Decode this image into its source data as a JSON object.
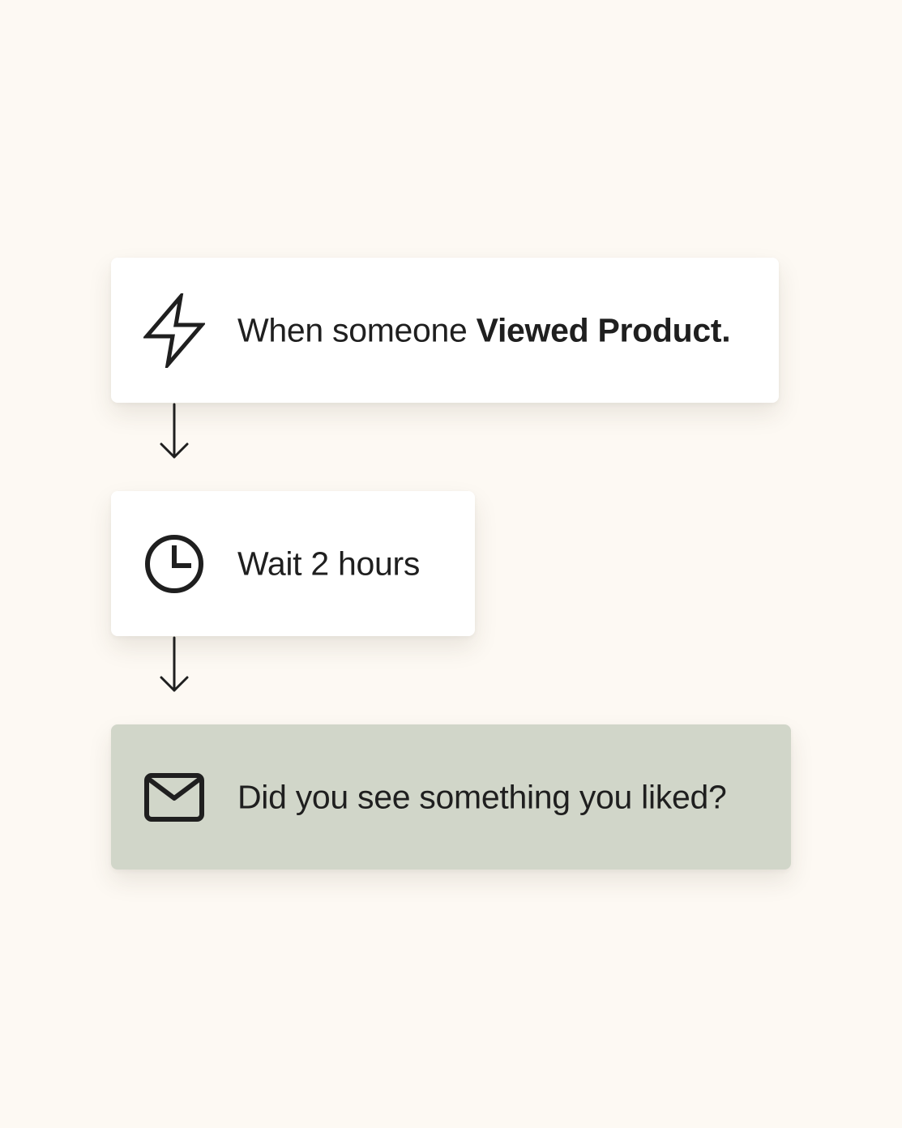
{
  "colors": {
    "background": "#fdf9f3",
    "card": "#ffffff",
    "email_card": "#d1d6c9",
    "ink": "#1f1f1f"
  },
  "steps": [
    {
      "icon": "lightning-bolt-icon",
      "label_prefix": "When someone ",
      "label_emphasis": "Viewed Product."
    },
    {
      "icon": "clock-icon",
      "label": "Wait 2 hours"
    },
    {
      "icon": "envelope-icon",
      "label": "Did you see something you liked?"
    }
  ],
  "connectors": [
    "down-arrow-icon",
    "down-arrow-icon"
  ]
}
